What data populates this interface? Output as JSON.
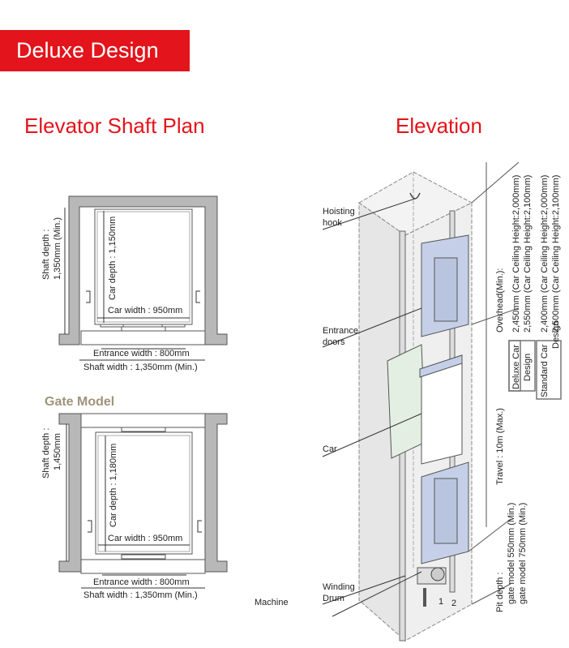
{
  "banner": {
    "label": "Deluxe Design"
  },
  "titles": {
    "plan": "Elevator Shaft Plan",
    "elevation": "Elevation"
  },
  "plan_standard": {
    "shaft_depth_line1": "Shaft depth :",
    "shaft_depth_line2": "1,350mm (Min.)",
    "car_depth": "Car depth : 1,150mm",
    "car_width": "Car width : 950mm",
    "entrance_width": "Entrance width : 800mm",
    "shaft_width": "Shaft width : 1,350mm (Min.)"
  },
  "plan_gate": {
    "heading": "Gate Model",
    "shaft_depth_line1": "Shaft depth :",
    "shaft_depth_line2": "1,450mm",
    "car_depth": "Car depth : 1,180mm",
    "car_width": "Car width : 950mm",
    "entrance_width": "Entrance width : 800mm",
    "shaft_width": "Shaft width : 1,350mm (Min.)"
  },
  "elevation": {
    "hoisting_hook_1": "Hoisting",
    "hoisting_hook_2": "hook",
    "entrance_doors_1": "Entrance",
    "entrance_doors_2": "doors",
    "car": "Car",
    "winding_drum_1": "Winding",
    "winding_drum_2": "Drum",
    "machine": "Machine",
    "marker_1": "1",
    "marker_2": "2",
    "overhead": "Overhead(Min.):",
    "deluxe_box_1": "Deluxe Car",
    "deluxe_box_2": "Design",
    "deluxe_value_1": "2,450mm (Car Ceiling Height:2,000mm)",
    "deluxe_value_2": "2,550mm (Car Ceiling Height:2,100mm)",
    "standard_box_1": "Standard Car",
    "standard_box_2": "Design",
    "standard_value_1": "2,400mm (Car Ceiling Height:2,000mm)",
    "standard_value_2": "2,500mm (Car Ceiling Height:2,100mm)",
    "travel": "Travel : 10m (Max.)",
    "pit_depth": "Pit depth :",
    "pit_value_1": "gate model  550mm (Min.)",
    "pit_value_2": "gate model  750mm (Min.)"
  },
  "colors": {
    "accent": "#e3141b",
    "gate_heading": "#9e9479",
    "wall": "#b8b8b8",
    "door": "#c5d0e8",
    "car": "#e3efe3"
  }
}
